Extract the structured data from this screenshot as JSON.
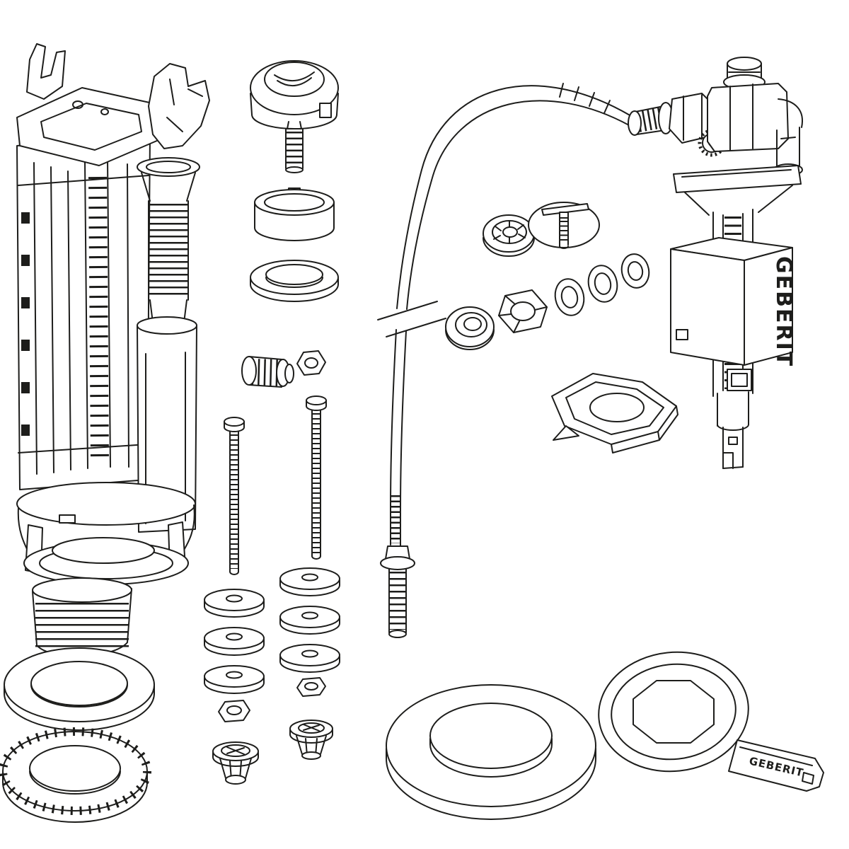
{
  "page": {
    "kind": "technical-exploded-parts-diagram",
    "background": "#ffffff",
    "line_color": "#1d1d1b"
  },
  "labels": {
    "fill_valve_brand": "GEBERIT",
    "wrench_brand": "GEBERIT"
  },
  "parts": [
    {
      "id": "flush-valve-assembly",
      "name": "flush valve tower with overflow tube"
    },
    {
      "id": "base-gasket-ring",
      "name": "flat base sealing gasket"
    },
    {
      "id": "base-locknut",
      "name": "ribbed plastic back nut"
    },
    {
      "id": "push-button-actuator",
      "name": "push button with threaded stem"
    },
    {
      "id": "button-collar",
      "name": "button collar cap"
    },
    {
      "id": "button-seal-ring",
      "name": "round seal ring"
    },
    {
      "id": "threaded-nipple",
      "name": "threaded nipple"
    },
    {
      "id": "nipple-nut",
      "name": "small hex nut"
    },
    {
      "id": "fixing-screw-left",
      "name": "long fixing screw"
    },
    {
      "id": "fixing-screw-right",
      "name": "long fixing screw"
    },
    {
      "id": "washer-stack-left",
      "name": "three flat washers"
    },
    {
      "id": "washer-stack-right",
      "name": "three flat washers"
    },
    {
      "id": "hex-nut-left",
      "name": "hex nut"
    },
    {
      "id": "hex-nut-right",
      "name": "hex nut"
    },
    {
      "id": "expansion-plug-left",
      "name": "plastic expansion plug"
    },
    {
      "id": "expansion-plug-right",
      "name": "plastic expansion plug"
    },
    {
      "id": "supply-hose",
      "name": "flexible braided supply hose with threaded tail"
    },
    {
      "id": "cone-seal",
      "name": "conical seal washer"
    },
    {
      "id": "plate-washer-t-screw",
      "name": "plate washer with T-screw"
    },
    {
      "id": "grommet-seal",
      "name": "rubber grommet"
    },
    {
      "id": "large-hex-nut",
      "name": "large hex nut"
    },
    {
      "id": "o-rings",
      "name": "three o-rings"
    },
    {
      "id": "mounting-bracket",
      "name": "mounting bracket plate"
    },
    {
      "id": "fill-valve-assembly",
      "name": "side inlet fill valve with float"
    },
    {
      "id": "foam-gasket-ring",
      "name": "thick foam gasket ring"
    },
    {
      "id": "service-wrench",
      "name": "plastic service wrench"
    }
  ]
}
